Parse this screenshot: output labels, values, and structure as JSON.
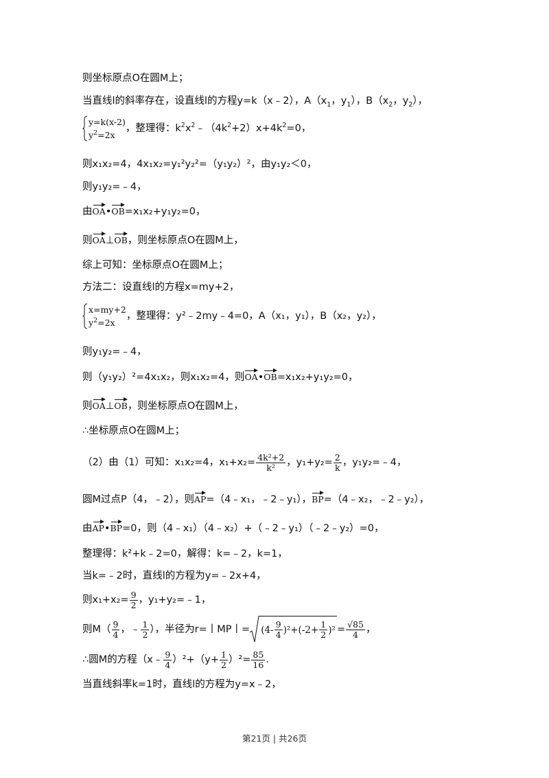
{
  "lines": {
    "l1": "则坐标原点O在圆M上；",
    "l2a": "当直线l的斜率存在，设直线l的方程y=k（x﹣2），A（x",
    "l2b": "，y",
    "l2c": "），B（x",
    "l2d": "，y",
    "l2e": "），",
    "s1r1": "y=k(x-2)",
    "s1r2": "y",
    "s1r2b": "=2x",
    "l3a": "，整理得：k",
    "l3b": "x",
    "l3c": "﹣（4k",
    "l3d": "+2）x+4k",
    "l3e": "=0，",
    "l4": "则x₁x₂=4，4x₁x₂=y₁²y₂²=（y₁y₂）²，由y₁y₂＜0，",
    "l5": "则y₁y₂=﹣4，",
    "l6a": "由",
    "l6b": "=x₁x₂+y₁y₂=0，",
    "l7a": "则",
    "l7b": "，则坐标原点O在圆M上，",
    "l8": "综上可知：坐标原点O在圆M上；",
    "l9": "方法二：设直线l的方程x=my+2，",
    "s2r1": "x=my+2",
    "s2r2": "y",
    "s2r2b": "=2x",
    "l10": "，整理得：y²﹣2my﹣4=0，A（x₁，y₁），B（x₂，y₂），",
    "l11": "则y₁y₂=﹣4，",
    "l12a": "则（y₁y₂）²=4x₁x₂，则x₁x₂=4，则",
    "l12b": "=x₁x₂+y₁y₂=0，",
    "l13a": "则",
    "l13b": "，则坐标原点O在圆M上，",
    "l14": "∴坐标原点O在圆M上；",
    "l15a": "（2）由（1）可知：x₁x₂=4，x₁+x₂=",
    "l15n": "4k²+2",
    "l15d": "k²",
    "l15b": "，y₁+y₂=",
    "l15n2": "2",
    "l15d2": "k",
    "l15c": "，y₁y₂=﹣4，",
    "l16a": "圆M过点P（4，﹣2），则",
    "l16b": "=（4﹣x₁，﹣2﹣y₁），",
    "l16c": "=（4﹣x₂，﹣2﹣y₂），",
    "l17a": "由",
    "l17b": "=0，则（4﹣x₁）（4﹣x₂）+（﹣2﹣y₁）（﹣2﹣y₂）=0，",
    "l18": "整理得：k²+k﹣2=0，解得：k=﹣2，k=1，",
    "l19": "当k=﹣2时，直线l的方程为y=﹣2x+4，",
    "l20a": "则x₁+x₂=",
    "l20n": "9",
    "l20d": "2",
    "l20b": "，y₁+y₂=﹣1，",
    "l21a": "则M（",
    "l21n1": "9",
    "l21d1": "4",
    "l21b": "，﹣",
    "l21n2": "1",
    "l21d2": "2",
    "l21c": "），半径为r=丨MP丨=",
    "l21s1": "(4-",
    "l21s2": ")²+(-2+",
    "l21s3": ")²",
    "l21e": "=",
    "l21n3": "√85",
    "l21d3": "4",
    "l21f": "，",
    "l22a": "∴圆M的方程（x﹣",
    "l22b": "）²+（y+",
    "l22c": "）²=",
    "l22n": "85",
    "l22d": "16",
    "l22e": ".",
    "l23": "当直线斜率k=1时，直线l的方程为y=x﹣2，"
  },
  "vectors": {
    "OA": "OA",
    "OB": "OB",
    "AP": "AP",
    "BP": "BP",
    "dot": "•",
    "perp": "⊥"
  },
  "footer": "第21页 | 共26页"
}
